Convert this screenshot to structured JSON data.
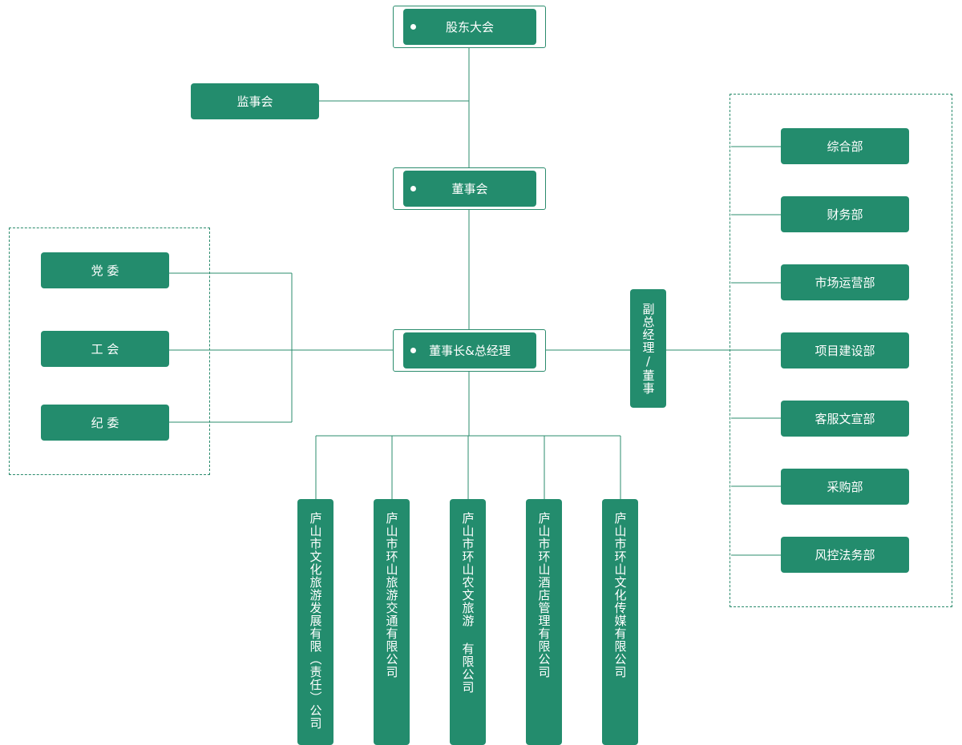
{
  "shareholders_meeting": "股东大会",
  "supervisory_board": "监事会",
  "board_of_directors": "董事会",
  "chairman_gm": "董事长&总经理",
  "party_group": {
    "party_committee": "党 委",
    "labor_union": "工 会",
    "discipline_committee": "纪 委"
  },
  "deputy_gm": "副总经理/董事",
  "departments": [
    "综合部",
    "财务部",
    "市场运营部",
    "项目建设部",
    "客服文宣部",
    "采购部",
    "风控法务部"
  ],
  "subsidiaries": [
    "庐山市文化旅游发展有限（责任）公司",
    "庐山市环山旅游交通有限公司",
    "庐山市环山农文旅游 有限公司",
    "庐山市环山酒店管理有限公司",
    "庐山市环山文化传媒有限公司"
  ],
  "colors": {
    "box_fill": "#238c6d",
    "line": "#2b8c6d",
    "text": "#ffffff"
  }
}
